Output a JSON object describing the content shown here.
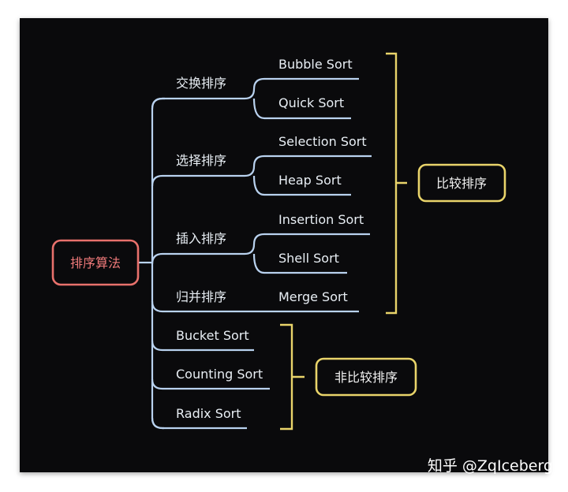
{
  "root": {
    "label": "排序算法"
  },
  "categories": [
    {
      "label": "交换排序",
      "children": [
        "Bubble Sort",
        "Quick Sort"
      ]
    },
    {
      "label": "选择排序",
      "children": [
        "Selection Sort",
        "Heap Sort"
      ]
    },
    {
      "label": "插入排序",
      "children": [
        "Insertion Sort",
        "Shell Sort"
      ]
    },
    {
      "label": "归并排序",
      "children": [
        "Merge Sort"
      ]
    }
  ],
  "non_comparison": [
    "Bucket Sort",
    "Counting Sort",
    "Radix Sort"
  ],
  "groups": {
    "comparison": "比较排序",
    "non_comparison": "非比较排序"
  },
  "watermark": "知乎 @ZqIceberg",
  "colors": {
    "background": "#0a0a0c",
    "branch": "#b9d2ef",
    "root_border": "#e8716c",
    "group_border": "#e9d46a",
    "text": "#e8eef4"
  }
}
